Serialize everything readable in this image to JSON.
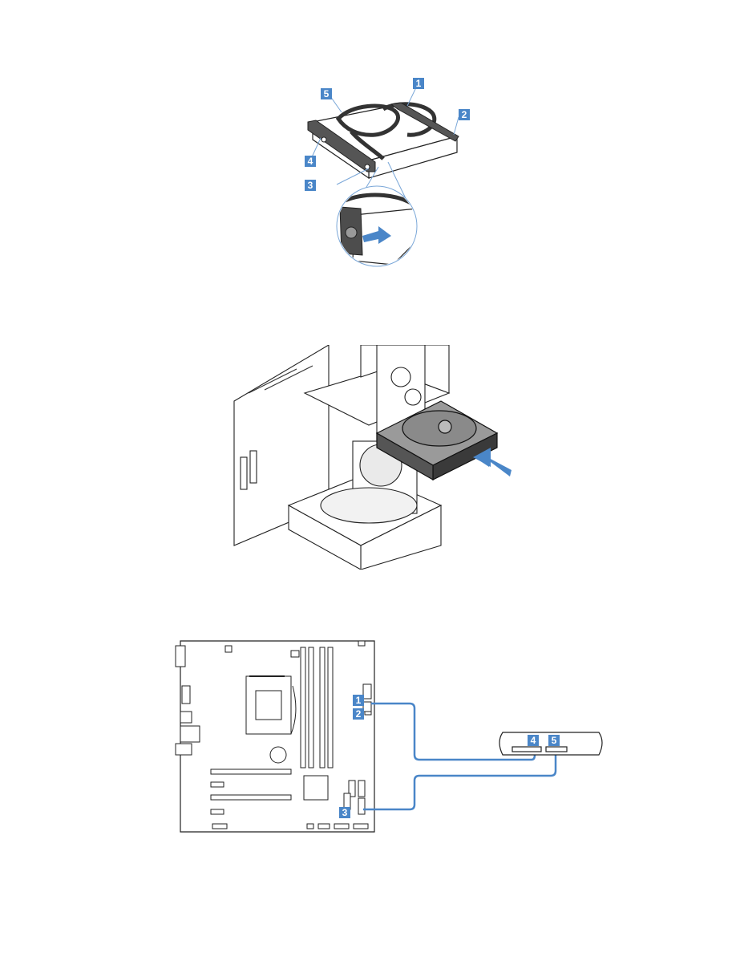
{
  "figures": [
    {
      "id": "bracket-install",
      "callouts": [
        "1",
        "2",
        "3",
        "4",
        "5"
      ]
    },
    {
      "id": "drive-insert-chassis",
      "callouts": []
    },
    {
      "id": "motherboard-cabling",
      "callouts": [
        "1",
        "2",
        "3",
        "4",
        "5"
      ]
    }
  ],
  "colors": {
    "callout_fill": "#4a86c8",
    "callout_text": "#ffffff",
    "cable": "#4a86c8",
    "line_art": "#222222",
    "arrow": "#4a86c8"
  }
}
